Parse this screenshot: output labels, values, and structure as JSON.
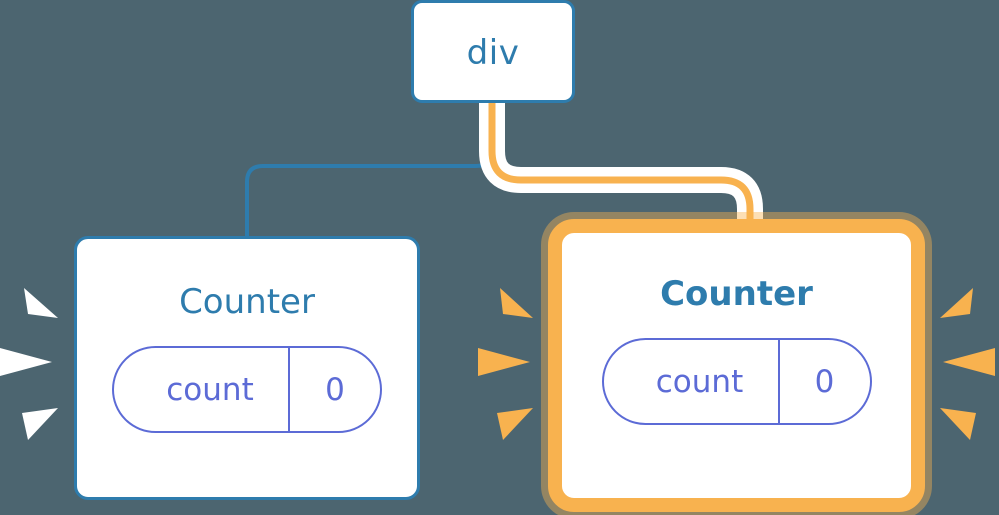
{
  "diagram": {
    "background_color": "#4c6570",
    "colors": {
      "blue": "#2e7cad",
      "orange": "#f8b24f",
      "orange_glow": "#fbd9a4",
      "purple": "#5c6bd6",
      "white": "#ffffff"
    }
  },
  "nodes": {
    "root": {
      "label": "div"
    },
    "counter_left": {
      "label": "Counter",
      "highlighted": false,
      "prop": {
        "key": "count",
        "value": "0"
      },
      "sparkle_color": "#ffffff"
    },
    "counter_right": {
      "label": "Counter",
      "highlighted": true,
      "prop": {
        "key": "count",
        "value": "0"
      },
      "sparkle_color": "#f8b24f"
    }
  },
  "edges": [
    {
      "name": "edge-div-to-counter-left",
      "from": "div",
      "to": "Counter (left)",
      "color": "#2e7cad",
      "highlighted": false
    },
    {
      "name": "edge-div-to-counter-right",
      "from": "div",
      "to": "Counter (right)",
      "color": "#f8b24f",
      "highlighted": true
    }
  ]
}
